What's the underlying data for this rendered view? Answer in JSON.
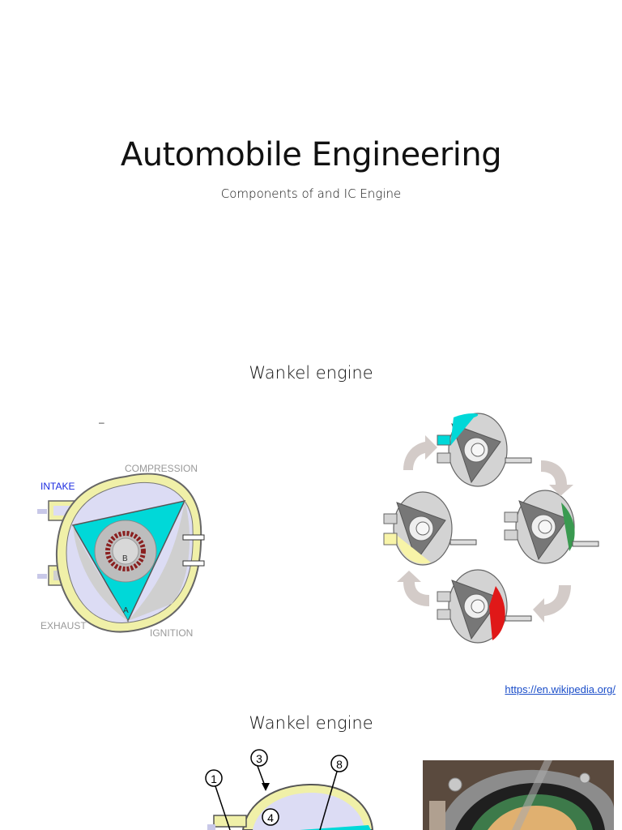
{
  "slide1": {
    "title": "Automobile Engineering",
    "subtitle": "Components of and IC Engine"
  },
  "slide2": {
    "title": "Wankel engine",
    "dash": "–",
    "diagram_labels": {
      "compression": "COMPRESSION",
      "intake": "INTAKE",
      "exhaust": "EXHAUST",
      "ignition": "IGNITION",
      "rotor_a": "A",
      "rotor_b": "B"
    },
    "source_link": "https://en.wikipedia.org/"
  },
  "slide3": {
    "title": "Wankel engine",
    "callouts": [
      "1",
      "3",
      "4",
      "8"
    ]
  },
  "colors": {
    "cyan": "#00d8d8",
    "lavender": "#dcdcf4",
    "housing": "#f0f0a8",
    "yellow": "#f8f4a8",
    "green": "#3a9a50",
    "red": "#e01818",
    "link": "#1a4dc9"
  }
}
